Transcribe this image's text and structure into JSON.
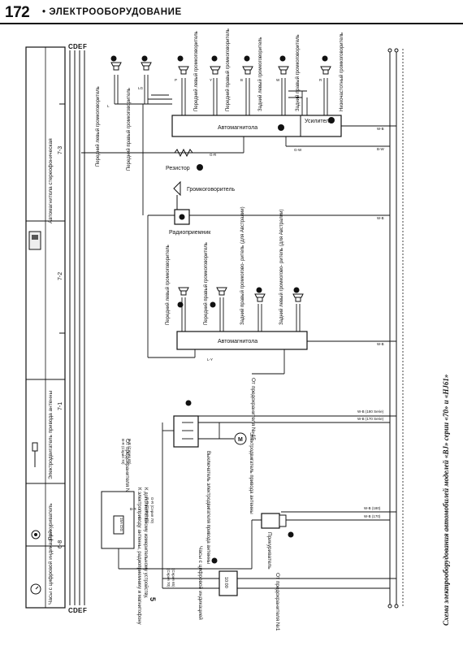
{
  "header": {
    "page_number": "172",
    "title": "• ЭЛЕКТРООБОРУДОВАНИЕ"
  },
  "caption": "Схема электрооборудования автомобилей моделей «BJ» серии «70» и «HJ61»",
  "legend": [
    {
      "label": "Часы с цифровой индикацией",
      "icon": "clock-icon"
    },
    {
      "label": "Прикуриватель",
      "icon": "lighter-icon"
    },
    {
      "label": "Электродвигатель привода антенны",
      "icon": "antenna-motor-icon"
    },
    {
      "label": "Автомагнитола стереофоническая",
      "icon": "car-stereo-icon"
    }
  ],
  "sections": [
    "6-8",
    "7-1",
    "7-2",
    "7-3"
  ],
  "grid_letters": [
    "C",
    "D",
    "E",
    "F"
  ],
  "components": {
    "left_front_speaker": "Передний левый громкоговоритель",
    "right_front_speaker": "Передний правый громкоговоритель",
    "left_front_speaker_short": "Передний левый громкоговоритель",
    "right_front_speaker_short": "Передний правый громкоговоритель",
    "rear_left_speaker": "Задний левый громкоговоритель",
    "rear_right_speaker": "Задний правый громкоговоритель",
    "subwoofer": "Низкочастотный громкоговоритель",
    "amplifier": "Усилитель",
    "head_unit": "Автомагнитола",
    "resistor": "Резистор",
    "loudspeaker": "Громкоговоритель",
    "radio": "Радиоприемник",
    "rear_right_au": "Задний правый громкогово- ритель (для Австралии)",
    "rear_left_au": "Задний левый громкогово- ритель (для Австралии)",
    "fuse15": "От предохранителя № 15",
    "fuse3": "От предохранителя № 3",
    "antenna_switch": "Выключатель электродвигателя привода антенны",
    "antenna_motor": "Электродвигатель привода антенны",
    "to_devices_1": "К дополнительному измерительному устройству,",
    "to_devices_2": "К электроприводу антенны, радиоприемнику и магнитофону",
    "lighter": "Прикуриватель",
    "clock": "Часы с цифровой индикацией",
    "fuse1": "От предохранителя №1",
    "clock_display": "10:00",
    "fuse_box": "15A CIG",
    "conn_15": "5"
  },
  "wire_codes": [
    "W-B",
    "B-W",
    "B-R",
    "G-R",
    "G-W",
    "L-Y",
    "L",
    "LG",
    "P",
    "Y",
    "B",
    "W",
    "R",
    "G"
  ],
  "wire_notes": [
    "W-B (180 Serie)",
    "W-B (170 Serie)",
    "W-B (180)",
    "W-B (170)",
    "G-R (Серия 65)",
    "G-R (Серия 70)",
    "(Серия 70)",
    "(Серия 65)",
    "B-R (Серия 70)",
    "B-R (Серия 65)"
  ]
}
